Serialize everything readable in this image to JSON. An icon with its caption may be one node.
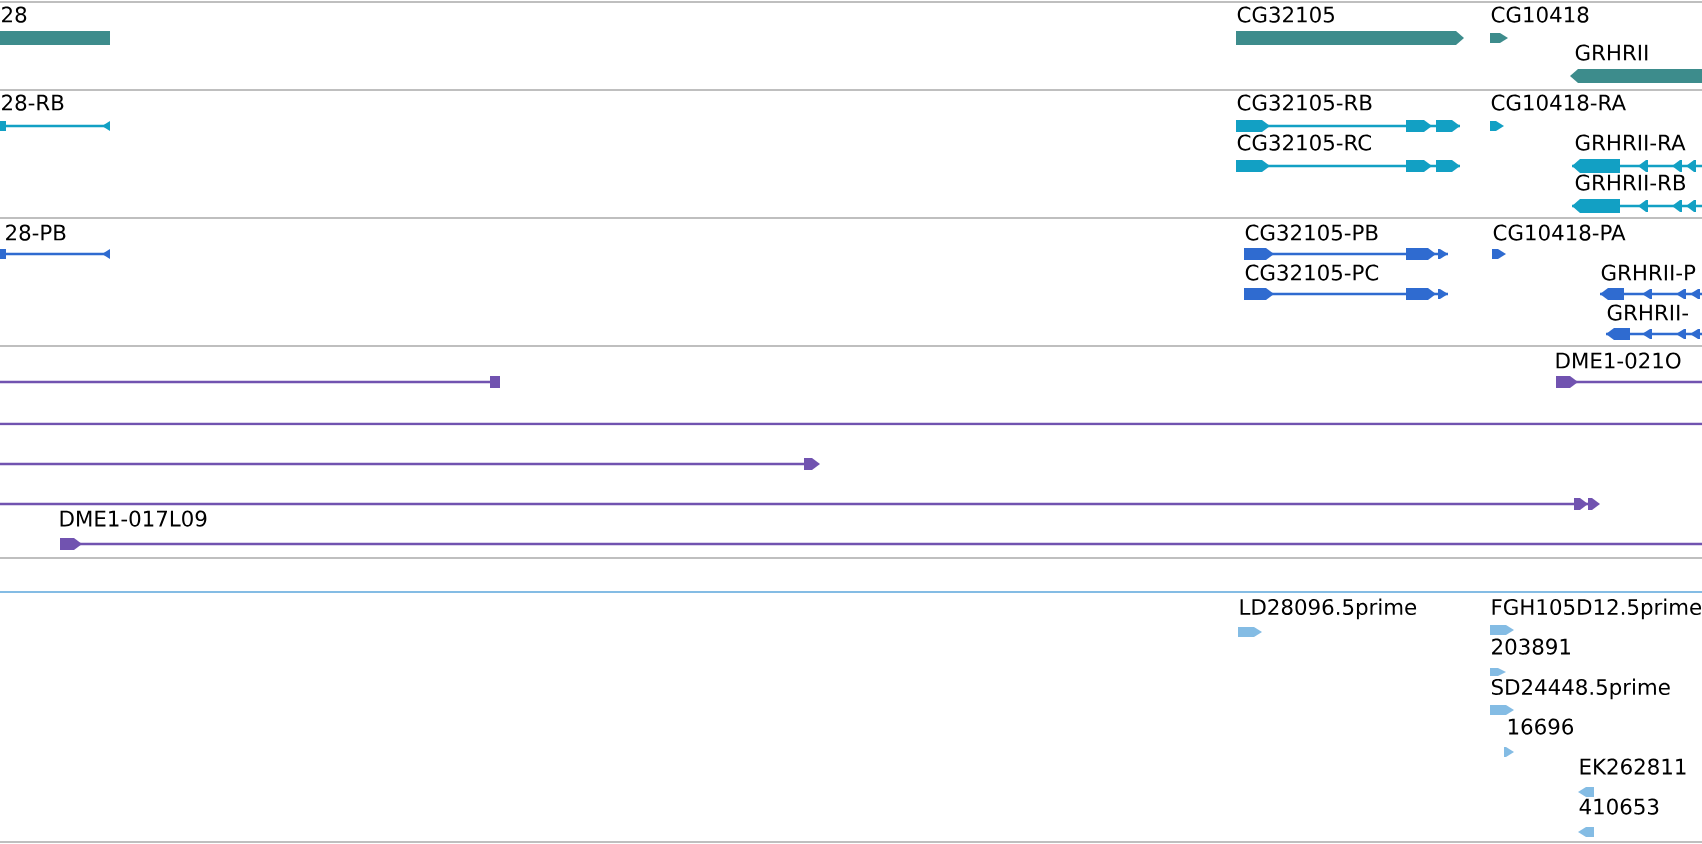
{
  "diagram": {
    "labels": [
      "28",
      "CG32105",
      "CG10418",
      "GRHRII",
      "28-RB",
      "CG32105-RB",
      "CG10418-RA",
      "CG32105-RC",
      "GRHRII-RA",
      "GRHRII-RB",
      "28-PB",
      "CG32105-PB",
      "CG10418-PA",
      "CG32105-PC",
      "GRHRII-P",
      "GRHRII-",
      "DME1-021O",
      "DME1-017L09",
      "LD28096.5prime",
      "FGH105D12.5prime",
      "203891",
      "SD24448.5prime",
      "16696",
      "EK262811",
      "410653"
    ]
  }
}
